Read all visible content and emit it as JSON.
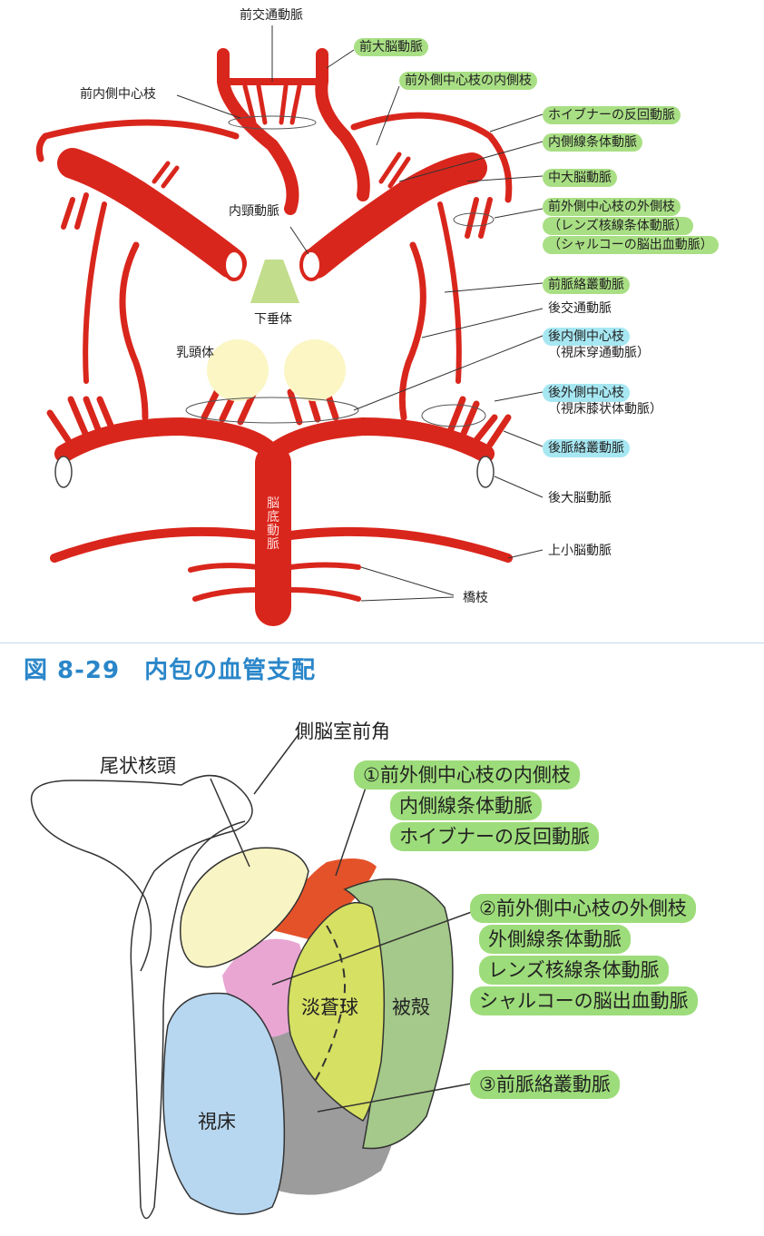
{
  "upper_diagram": {
    "labels": {
      "acom": "前交通動脈",
      "aca": "前大脳動脈",
      "ant_medial_central": "前内側中心枝",
      "anterolateral_medial": "前外側中心枝の内側枝",
      "heubner": "ホイブナーの反回動脈",
      "medial_striate": "内側線条体動脈",
      "mca": "中大脳動脈",
      "anterolateral_lateral": "前外側中心枝の外側枝",
      "lenticulostriate": "（レンズ核線条体動脈）",
      "charcot": "（シャルコーの脳出血動脈）",
      "ica": "内頸動脈",
      "ant_choroidal": "前脈絡叢動脈",
      "pcom": "後交通動脈",
      "hypophysis": "下垂体",
      "post_medial_central": "後内側中心枝",
      "thalamoperforate": "（視床穿通動脈）",
      "mammillary": "乳頭体",
      "post_lateral_central": "後外側中心枝",
      "thalamogeniculate": "（視床膝状体動脈）",
      "post_choroidal": "後脈絡叢動脈",
      "basilar": "脳底動脈",
      "pca": "後大脳動脈",
      "sca": "上小脳動脈",
      "pontine": "橋枝"
    },
    "colors": {
      "artery": "#d9261c",
      "highlight_green": "#a9df84",
      "highlight_blue": "#a6e7f2"
    }
  },
  "lower_diagram": {
    "figure_title": "図 8-29　内包の血管支配",
    "labels": {
      "ventricle": "側脳室前角",
      "caudate": "尾状核頭",
      "group1_title": "①前外側中心枝の内側枝",
      "group1_a": "内側線条体動脈",
      "group1_b": "ホイブナーの反回動脈",
      "group2_title": "②前外側中心枝の外側枝",
      "group2_a": "外側線条体動脈",
      "group2_b": "レンズ核線条体動脈",
      "group2_c": "シャルコーの脳出血動脈",
      "group3_title": "③前脈絡叢動脈",
      "globus_pallidus": "淡蒼球",
      "putamen": "被殻",
      "thalamus": "視床"
    },
    "colors": {
      "caudate": "#f8f4c4",
      "anterior_limb": "#e4522a",
      "genu": "#e9a6d3",
      "globus_pallidus": "#d6e062",
      "putamen": "#a4c98a",
      "thalamus": "#b7d6ef",
      "posterior_limb": "#9c9c9c",
      "highlight": "#9ddc7a"
    }
  }
}
